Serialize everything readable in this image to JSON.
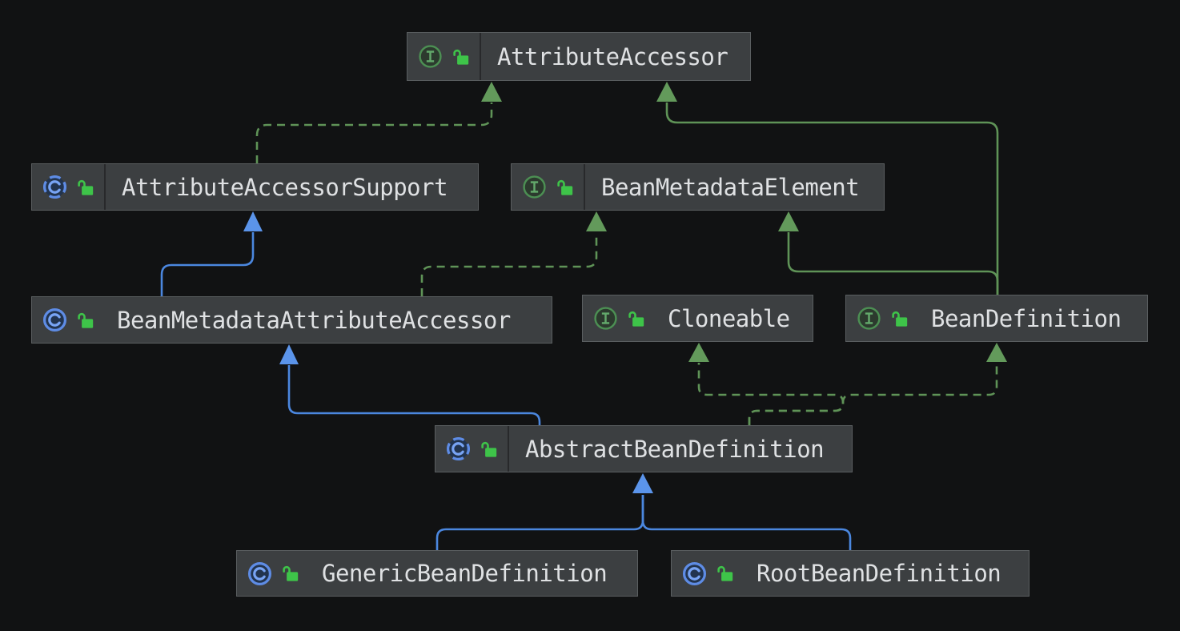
{
  "diagram": {
    "title": "BeanDefinition class hierarchy UML diagram",
    "colors": {
      "canvas_bg": "#111213",
      "node_bg": "#3C3F41",
      "node_border": "#5A5E60",
      "node_divider": "#28292B",
      "node_text": "#DFE1E3",
      "interface_ring_green": "#4C8F53",
      "interface_letter_green": "#63A96B",
      "class_ring_blue": "#5E8CE5",
      "class_letter_blue": "#78A4F4",
      "lock_green": "#3EC449",
      "edge_green": "#5F9357",
      "edge_blue": "#4B87DF",
      "arrow_green": "#639A5B",
      "arrow_blue": "#5B94EA"
    },
    "nodes": [
      {
        "label": "AttributeAccessor",
        "kind": "interface",
        "icons": [
          "interface-icon",
          "unlocked-icon"
        ]
      },
      {
        "label": "AttributeAccessorSupport",
        "kind": "abstract-class",
        "icons": [
          "abstract-class-icon",
          "unlocked-icon"
        ]
      },
      {
        "label": "BeanMetadataElement",
        "kind": "interface",
        "icons": [
          "interface-icon",
          "unlocked-icon"
        ]
      },
      {
        "label": "BeanMetadataAttributeAccessor",
        "kind": "class",
        "icons": [
          "class-icon",
          "unlocked-icon"
        ]
      },
      {
        "label": "Cloneable",
        "kind": "interface",
        "icons": [
          "interface-icon",
          "unlocked-icon"
        ]
      },
      {
        "label": "BeanDefinition",
        "kind": "interface",
        "icons": [
          "interface-icon",
          "unlocked-icon"
        ]
      },
      {
        "label": "AbstractBeanDefinition",
        "kind": "abstract-class",
        "icons": [
          "abstract-class-icon",
          "unlocked-icon"
        ]
      },
      {
        "label": "GenericBeanDefinition",
        "kind": "class",
        "icons": [
          "class-icon",
          "unlocked-icon"
        ]
      },
      {
        "label": "RootBeanDefinition",
        "kind": "class",
        "icons": [
          "class-icon",
          "unlocked-icon"
        ]
      }
    ],
    "edges": [
      {
        "from": "AttributeAccessorSupport",
        "to": "AttributeAccessor",
        "relation": "implements",
        "style": "dashed",
        "color": "green"
      },
      {
        "from": "BeanDefinition",
        "to": "AttributeAccessor",
        "relation": "extends",
        "style": "solid",
        "color": "green"
      },
      {
        "from": "BeanMetadataAttributeAccessor",
        "to": "AttributeAccessorSupport",
        "relation": "extends",
        "style": "solid",
        "color": "blue"
      },
      {
        "from": "BeanMetadataAttributeAccessor",
        "to": "BeanMetadataElement",
        "relation": "implements",
        "style": "dashed",
        "color": "green"
      },
      {
        "from": "BeanDefinition",
        "to": "BeanMetadataElement",
        "relation": "extends",
        "style": "solid",
        "color": "green"
      },
      {
        "from": "AbstractBeanDefinition",
        "to": "BeanMetadataAttributeAccessor",
        "relation": "extends",
        "style": "solid",
        "color": "blue"
      },
      {
        "from": "AbstractBeanDefinition",
        "to": "Cloneable",
        "relation": "implements",
        "style": "dashed",
        "color": "green"
      },
      {
        "from": "AbstractBeanDefinition",
        "to": "BeanDefinition",
        "relation": "implements",
        "style": "dashed",
        "color": "green"
      },
      {
        "from": "GenericBeanDefinition",
        "to": "AbstractBeanDefinition",
        "relation": "extends",
        "style": "solid",
        "color": "blue"
      },
      {
        "from": "RootBeanDefinition",
        "to": "AbstractBeanDefinition",
        "relation": "extends",
        "style": "solid",
        "color": "blue"
      }
    ]
  }
}
